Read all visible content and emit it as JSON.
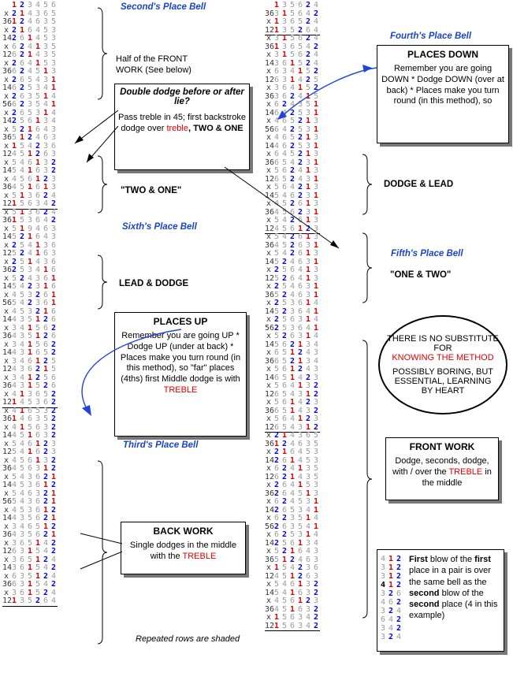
{
  "left_rows": [
    {
      "l": "",
      "d": "123456"
    },
    {
      "l": "x",
      "d": "214365"
    },
    {
      "l": "36",
      "d": "124635"
    },
    {
      "l": "x",
      "d": "216453"
    },
    {
      "l": "14",
      "d": "261453"
    },
    {
      "l": "x",
      "d": "624135"
    },
    {
      "l": "12",
      "d": "621435"
    },
    {
      "l": "x",
      "d": "264153"
    },
    {
      "l": "36",
      "d": "624513"
    },
    {
      "l": "x",
      "d": "265431"
    },
    {
      "l": "14",
      "d": "625341"
    },
    {
      "l": "x",
      "d": "263514"
    },
    {
      "l": "56",
      "d": "623541"
    },
    {
      "l": "x",
      "d": "265314"
    },
    {
      "l": "14",
      "d": "256134"
    },
    {
      "l": "x",
      "d": "521643"
    },
    {
      "l": "36",
      "d": "512463"
    },
    {
      "l": "x",
      "d": "154236"
    },
    {
      "l": "12",
      "d": "451263"
    },
    {
      "l": "x",
      "d": "546132"
    },
    {
      "l": "14",
      "d": "541632"
    },
    {
      "l": "x",
      "d": "456123"
    },
    {
      "l": "36",
      "d": "451613"
    },
    {
      "l": "x",
      "d": "513624"
    },
    {
      "l": "12",
      "d": "156342",
      "r": 1
    },
    {
      "l": "x",
      "d": "513624"
    },
    {
      "l": "36",
      "d": "153642"
    },
    {
      "l": "x",
      "d": "519463"
    },
    {
      "l": "14",
      "d": "521643"
    },
    {
      "l": "x",
      "d": "254136"
    },
    {
      "l": "12",
      "d": "524163"
    },
    {
      "l": "x",
      "d": "251436"
    },
    {
      "l": "36",
      "d": "253416"
    },
    {
      "l": "x",
      "d": "524361"
    },
    {
      "l": "14",
      "d": "542316"
    },
    {
      "l": "x",
      "d": "453261"
    },
    {
      "l": "56",
      "d": "542361"
    },
    {
      "l": "x",
      "d": "453216"
    },
    {
      "l": "14",
      "d": "435126"
    },
    {
      "l": "x",
      "d": "341562"
    },
    {
      "l": "36",
      "d": "435126"
    },
    {
      "l": "x",
      "d": "341562"
    },
    {
      "l": "14",
      "d": "431652"
    },
    {
      "l": "x",
      "d": "346125"
    },
    {
      "l": "12",
      "d": "436215"
    },
    {
      "l": "x",
      "d": "341256"
    },
    {
      "l": "36",
      "d": "431526"
    },
    {
      "l": "x",
      "d": "413652"
    },
    {
      "l": "12",
      "d": "145362",
      "r": 1
    },
    {
      "l": "x",
      "d": "416532"
    },
    {
      "l": "36",
      "d": "146352"
    },
    {
      "l": "x",
      "d": "415632"
    },
    {
      "l": "14",
      "d": "451632"
    },
    {
      "l": "x",
      "d": "546123"
    },
    {
      "l": "12",
      "d": "541623"
    },
    {
      "l": "x",
      "d": "456132"
    },
    {
      "l": "36",
      "d": "456312"
    },
    {
      "l": "x",
      "d": "543621"
    },
    {
      "l": "14",
      "d": "453612"
    },
    {
      "l": "x",
      "d": "546321"
    },
    {
      "l": "56",
      "d": "543621"
    },
    {
      "l": "x",
      "d": "453612"
    },
    {
      "l": "14",
      "d": "435621"
    },
    {
      "l": "x",
      "d": "346512"
    },
    {
      "l": "36",
      "d": "435621"
    },
    {
      "l": "x",
      "d": "365142"
    },
    {
      "l": "12",
      "d": "631542"
    },
    {
      "l": "x",
      "d": "365124"
    },
    {
      "l": "14",
      "d": "361542"
    },
    {
      "l": "x",
      "d": "635124"
    },
    {
      "l": "36",
      "d": "631542"
    },
    {
      "l": "x",
      "d": "361524"
    },
    {
      "l": "12",
      "d": "135264",
      "r": 1
    },
    {
      "l": "",
      "d": ""
    }
  ],
  "right_rows": [
    {
      "l": "",
      "d": "135624"
    },
    {
      "l": "36",
      "d": "315642"
    },
    {
      "l": "x",
      "d": "136524"
    },
    {
      "l": "12",
      "d": "135264",
      "r": 1
    },
    {
      "l": "x",
      "d": "315624"
    },
    {
      "l": "36",
      "d": "136542"
    },
    {
      "l": "x",
      "d": "315624"
    },
    {
      "l": "14",
      "d": "361524"
    },
    {
      "l": "x",
      "d": "634152"
    },
    {
      "l": "12",
      "d": "631425"
    },
    {
      "l": "x",
      "d": "364152"
    },
    {
      "l": "36",
      "d": "362415"
    },
    {
      "l": "x",
      "d": "624351"
    },
    {
      "l": "14",
      "d": "642531"
    },
    {
      "l": "x",
      "d": "465213"
    },
    {
      "l": "56",
      "d": "642531"
    },
    {
      "l": "x",
      "d": "465213"
    },
    {
      "l": "14",
      "d": "462531"
    },
    {
      "l": "x",
      "d": "645213"
    },
    {
      "l": "36",
      "d": "654231"
    },
    {
      "l": "x",
      "d": "562413"
    },
    {
      "l": "12",
      "d": "652431"
    },
    {
      "l": "x",
      "d": "564213"
    },
    {
      "l": "14",
      "d": "546231"
    },
    {
      "l": "x",
      "d": "452613"
    },
    {
      "l": "36",
      "d": "456231"
    },
    {
      "l": "x",
      "d": "542613"
    },
    {
      "l": "12",
      "d": "456123",
      "r": 1
    },
    {
      "l": "x",
      "d": "542613"
    },
    {
      "l": "36",
      "d": "452631"
    },
    {
      "l": "x",
      "d": "542613"
    },
    {
      "l": "14",
      "d": "524631"
    },
    {
      "l": "x",
      "d": "256413"
    },
    {
      "l": "12",
      "d": "526413"
    },
    {
      "l": "x",
      "d": "254631"
    },
    {
      "l": "36",
      "d": "524631"
    },
    {
      "l": "x",
      "d": "253614"
    },
    {
      "l": "14",
      "d": "523641"
    },
    {
      "l": "x",
      "d": "256314"
    },
    {
      "l": "56",
      "d": "253641"
    },
    {
      "l": "x",
      "d": "526314"
    },
    {
      "l": "14",
      "d": "562134"
    },
    {
      "l": "x",
      "d": "651243"
    },
    {
      "l": "36",
      "d": "652134"
    },
    {
      "l": "x",
      "d": "561243"
    },
    {
      "l": "14",
      "d": "651423"
    },
    {
      "l": "x",
      "d": "564132"
    },
    {
      "l": "12",
      "d": "654312"
    },
    {
      "l": "x",
      "d": "561423"
    },
    {
      "l": "36",
      "d": "651432"
    },
    {
      "l": "x",
      "d": "564123"
    },
    {
      "l": "12",
      "d": "654312",
      "r": 1
    },
    {
      "l": "x",
      "d": "214365"
    },
    {
      "l": "36",
      "d": "124635"
    },
    {
      "l": "x",
      "d": "216453"
    },
    {
      "l": "14",
      "d": "261453"
    },
    {
      "l": "x",
      "d": "624135"
    },
    {
      "l": "12",
      "d": "621435"
    },
    {
      "l": "x",
      "d": "264153"
    },
    {
      "l": "36",
      "d": "264513"
    },
    {
      "l": "x",
      "d": "624531"
    },
    {
      "l": "14",
      "d": "265341"
    },
    {
      "l": "x",
      "d": "623514"
    },
    {
      "l": "56",
      "d": "263541"
    },
    {
      "l": "x",
      "d": "625314"
    },
    {
      "l": "14",
      "d": "256134"
    },
    {
      "l": "x",
      "d": "521643"
    },
    {
      "l": "36",
      "d": "512463"
    },
    {
      "l": "x",
      "d": "154236"
    },
    {
      "l": "12",
      "d": "451263"
    },
    {
      "l": "x",
      "d": "546132"
    },
    {
      "l": "14",
      "d": "541632"
    },
    {
      "l": "x",
      "d": "456123"
    },
    {
      "l": "36",
      "d": "451632"
    },
    {
      "l": "x",
      "d": "156342"
    },
    {
      "l": "12",
      "d": "156342",
      "r": 1
    }
  ],
  "titles": {
    "second": "Second's Place Bell",
    "fourth": "Fourth's Place Bell",
    "sixth": "Sixth's Place Bell",
    "fifth": "Fifth's Place Bell",
    "third": "Third's  Place Bell"
  },
  "labels": {
    "half_front": "Half of the FRONT WORK (See below)",
    "two_and_one": "\"TWO & ONE\"",
    "dodge_lead": "DODGE & LEAD",
    "lead_dodge": "LEAD & DODGE",
    "one_and_two": "\"ONE & TWO\"",
    "repeated": "Repeated rows are shaded"
  },
  "double_dodge": {
    "heading": "Double dodge before or after lie?",
    "text": "Pass treble in 45; first backstroke dodge over",
    "red": "treble",
    "bold": ", TWO & ONE"
  },
  "places_down": {
    "heading": "PLACES DOWN",
    "text": "Remember you are going DOWN * Dodge DOWN (over at back) * Places make you turn round (in this method), so"
  },
  "places_up": {
    "heading": "PLACES UP",
    "text": "Remember you are going UP * Dodge UP (under at back) * Places make you turn round (in this method), so \"far\" places (4ths) first Middle dodge is with",
    "red": "TREBLE"
  },
  "back_work": {
    "heading": "BACK WORK",
    "text": "Single dodges in the middle with the",
    "red": "TREBLE"
  },
  "front_work": {
    "heading": "FRONT WORK",
    "text": "Dodge, seconds, dodge, with / over the",
    "red": "TREBLE",
    "tail": "in the middle"
  },
  "oval": {
    "line1": "THERE IS NO SUBSTITUTE FOR",
    "red": "KNOWING THE METHOD",
    "line2": "POSSIBLY BORING, BUT ESSENTIAL, LEARNING BY HEART"
  },
  "example": {
    "rows": [
      "412",
      "312",
      "312",
      "412",
      "326",
      "462",
      "324",
      "642",
      "342",
      "324"
    ],
    "text1": "First",
    "text2": " blow of the ",
    "text3": "first",
    "text4": " place in a pair is over the same bell as the ",
    "text5": "second",
    "text6": " blow of the ",
    "text7": "second",
    "text8": " place (4 in this example)"
  },
  "colors": {
    "treble": "#e00000",
    "working": "#0000e0",
    "title": "#1a45c8"
  }
}
